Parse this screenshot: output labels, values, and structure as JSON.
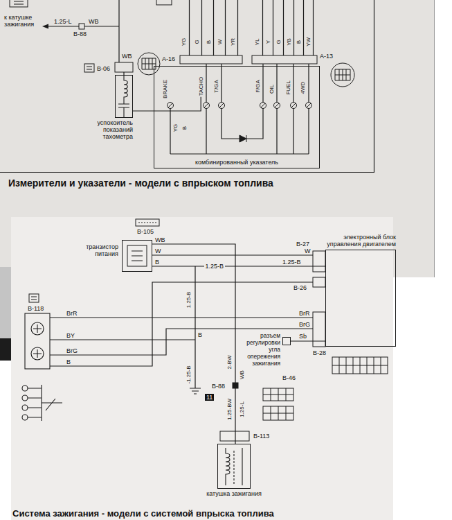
{
  "diagram": {
    "title": "Измерители и указатели - модели с впрыском топлива",
    "caption": "Система зажигания - модели с системой впрыска топлива",
    "nodes": [
      {
        "text": [
          "успокоитель показаний тахометра"
        ]
      },
      {
        "text": [
          "комбинированный указатель"
        ]
      },
      {
        "text": [
          "BRAKE"
        ],
        "in": 1
      },
      {
        "text": [
          "TACHO"
        ],
        "in": 1
      },
      {
        "text": [
          "T/GA"
        ],
        "in": 1
      },
      {
        "text": [
          "F/GA"
        ],
        "in": 1
      },
      {
        "text": [
          "OIL"
        ],
        "in": 1
      },
      {
        "text": [
          "FUEL"
        ],
        "in": 1
      },
      {
        "text": [
          "4WD"
        ],
        "in": 1
      },
      {
        "text": [
          "транзистор питания"
        ]
      },
      {
        "text": [
          "электронный блок управления двигателем"
        ]
      },
      {
        "text": [
          "разъем регулировки угла опережения зажигания"
        ]
      },
      {
        "text": [
          "катушка зажигания"
        ]
      }
    ],
    "edges": [
      {
        "from": 0,
        "to": 3,
        "arrow": "none"
      },
      {
        "from": 9,
        "to": 10,
        "label": "1.25-B",
        "arrow": "none"
      },
      {
        "from": 9,
        "to": 12,
        "arrow": "none"
      },
      {
        "from": 10,
        "to": 11,
        "arrow": "none"
      }
    ],
    "labels": [
      "к катушке зажигания",
      "1.25-L",
      "WB",
      "B-88",
      "B-06",
      "WB",
      "A-16",
      "YG",
      "G",
      "B",
      "W",
      "YR",
      "YL",
      "Y",
      "G",
      "YB",
      "B",
      "YW",
      "A-13",
      "YG",
      "B",
      "B-105",
      "WB",
      "W",
      "B",
      "B-27",
      "W",
      "1.25-B",
      "B-26",
      "B-118",
      "BrR",
      "1.25-B",
      "BrR",
      "BrG",
      "Sb",
      "BY",
      "B",
      "BrG",
      "B",
      "2-BW",
      "B-28",
      "WB",
      "B-46",
      "B-88",
      "-1.25-B",
      "11",
      "1.25-BW",
      "1.25-L",
      "B-113"
    ]
  }
}
